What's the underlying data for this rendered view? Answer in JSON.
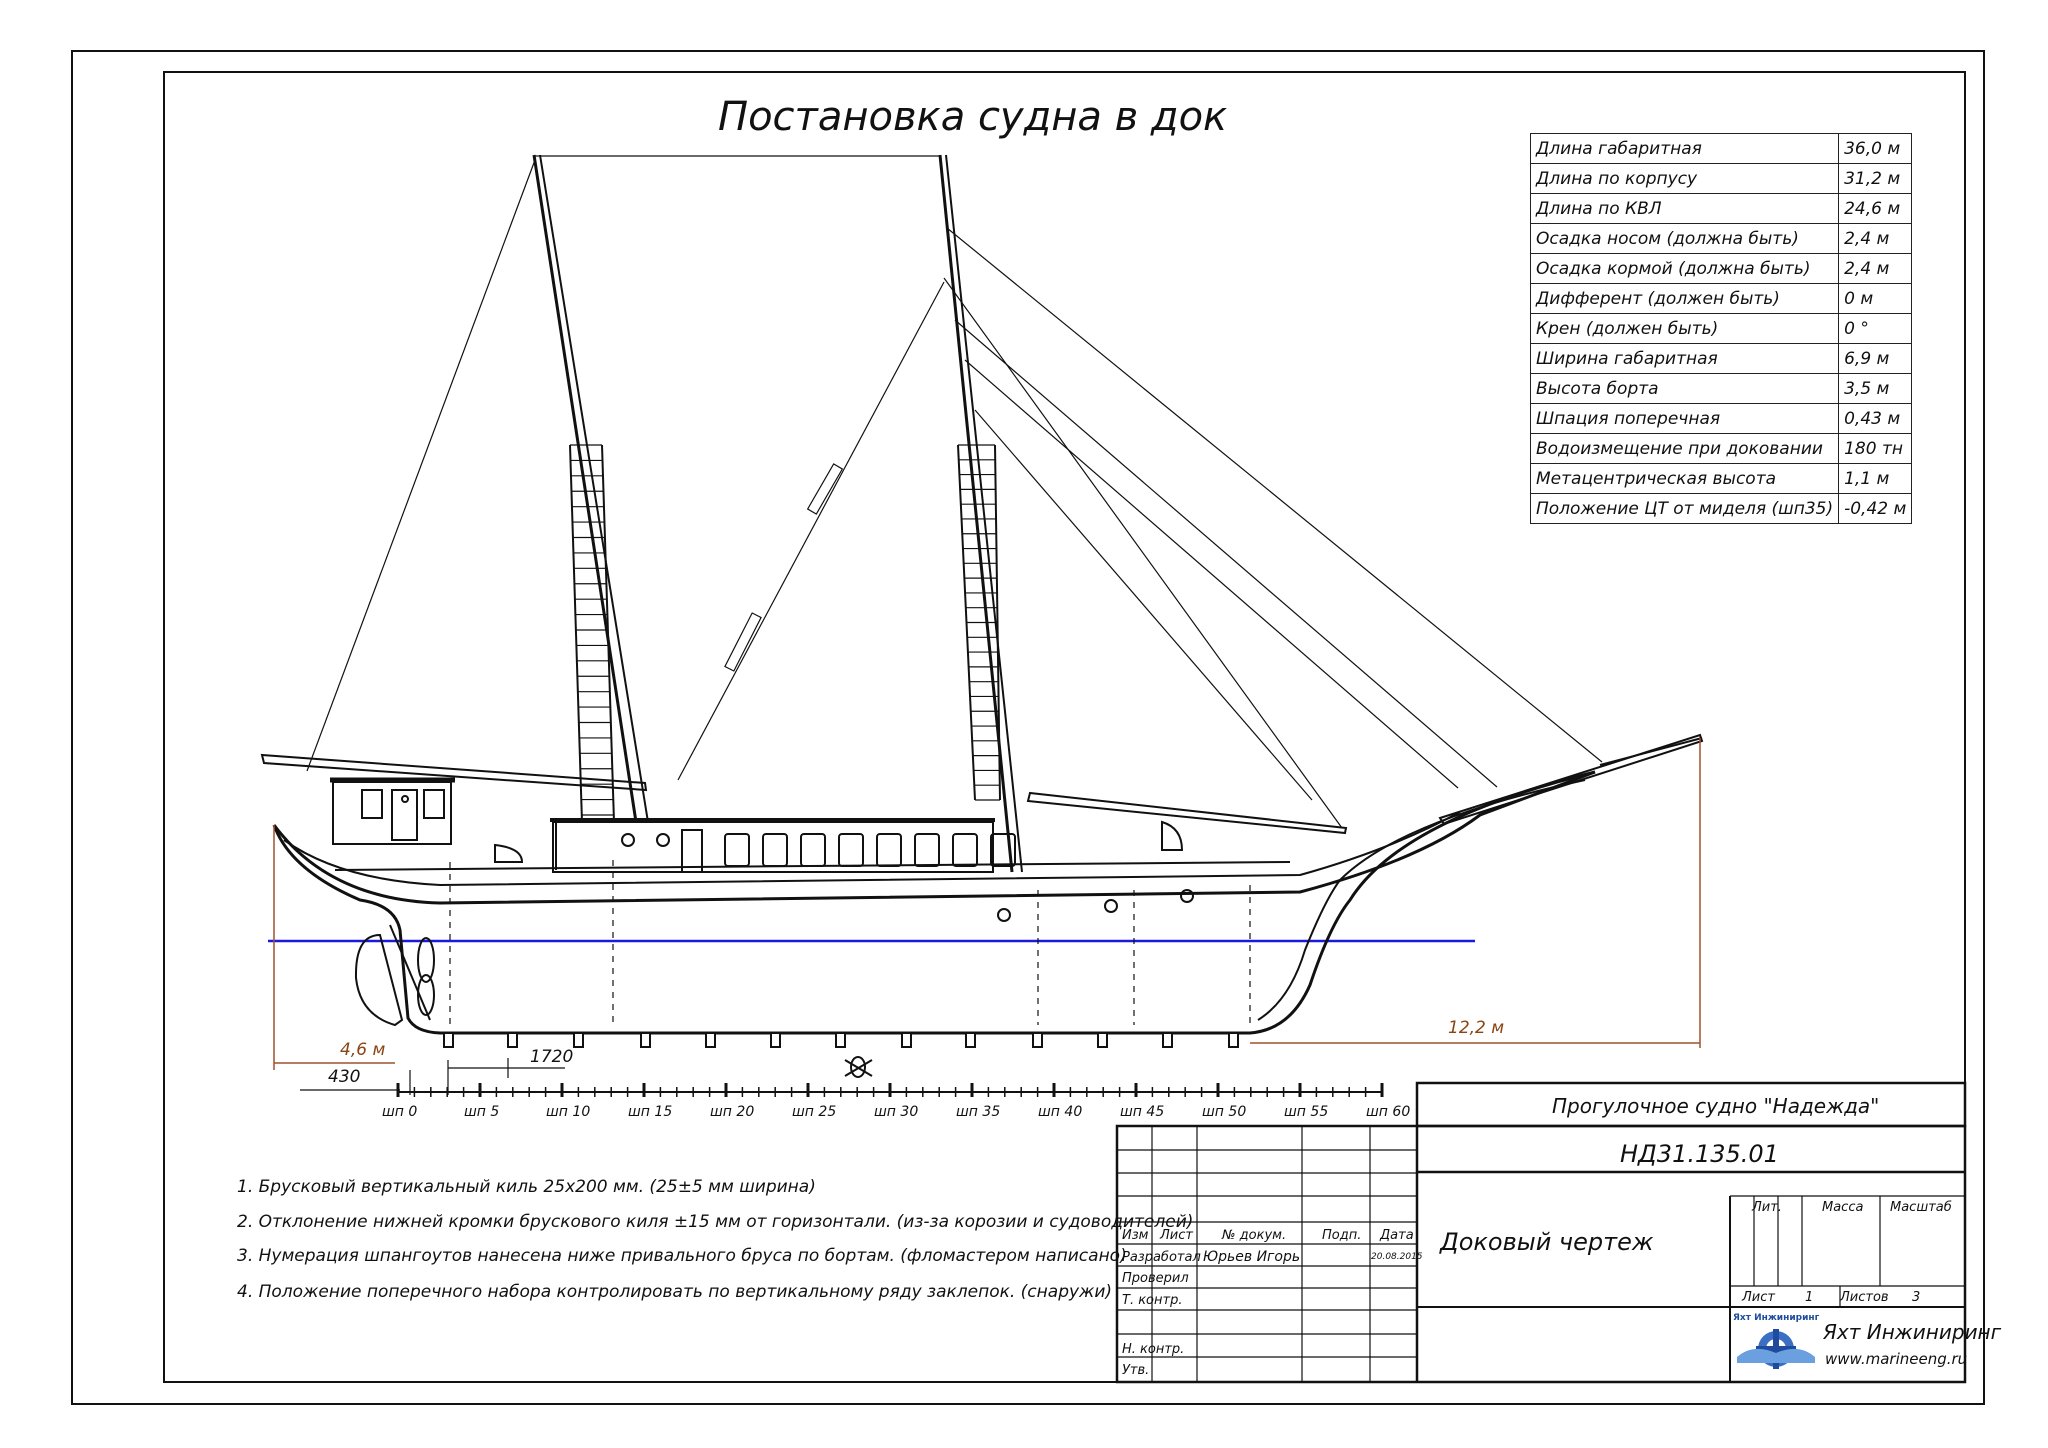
{
  "title": "Постановка судна в док",
  "params": [
    {
      "name": "Длина габаритная",
      "value": "36,0 м"
    },
    {
      "name": "Длина по корпусу",
      "value": "31,2 м"
    },
    {
      "name": "Длина по КВЛ",
      "value": "24,6 м"
    },
    {
      "name": "Осадка носом (должна быть)",
      "value": "2,4 м"
    },
    {
      "name": "Осадка кормой (должна быть)",
      "value": "2,4 м"
    },
    {
      "name": "Дифферент (должен быть)",
      "value": "0 м"
    },
    {
      "name": "Крен (должен быть)",
      "value": "0 °"
    },
    {
      "name": "Ширина габаритная",
      "value": "6,9 м"
    },
    {
      "name": "Высота борта",
      "value": "3,5 м"
    },
    {
      "name": "Шпация поперечная",
      "value": "0,43 м"
    },
    {
      "name": "Водоизмещение при доковании",
      "value": "180 тн"
    },
    {
      "name": "Метацентрическая высота",
      "value": "1,1 м"
    },
    {
      "name": "Положение ЦТ от миделя (шп35)",
      "value": "-0,42 м"
    }
  ],
  "dimensions": {
    "stern": "4,6 м",
    "bow": "12,2 м",
    "offset": "430",
    "spacing": "1720"
  },
  "frames": [
    "шп 0",
    "шп 5",
    "шп 10",
    "шп 15",
    "шп 20",
    "шп 25",
    "шп 30",
    "шп 35",
    "шп 40",
    "шп 45",
    "шп 50",
    "шп 55",
    "шп 60"
  ],
  "notes": [
    "1. Брусковый вертикальный киль 25х200 мм. (25±5 мм ширина)",
    "2. Отклонение нижней кромки брускового киля ±15 мм от горизонтали. (из-за корозии и судоводителей)",
    "3. Нумерация шпангоутов нанесена ниже привального бруса по бортам. (фломастером написано)",
    "4. Положение поперечного набора контролировать по вертикальному ряду заклепок. (снаружи)"
  ],
  "title_block": {
    "vessel": "Прогулочное судно \"Надежда\"",
    "code": "НД31.135.01",
    "doc_name": "Доковый чертеж",
    "hdr": {
      "izm": "Изм",
      "list": "Лист",
      "doc": "№ докум.",
      "sign": "Подп.",
      "date": "Дата"
    },
    "roles": {
      "developed": "Разработал",
      "checked": "Проверил",
      "tcontrol": "Т. контр.",
      "ncontrol": "Н. контр.",
      "approved": "Утв."
    },
    "developer": "Юрьев Игорь",
    "date": "20.08.2015",
    "lit_label": "Лит.",
    "mass_label": "Масса",
    "scale_label": "Масштаб",
    "sheet_label": "Лист",
    "sheet_value": "1",
    "sheets_label": "Листов",
    "sheets_value": "3",
    "company": "Яхт Инжиниринг",
    "website": "www.marineeng.ru",
    "logo_text": "Яхт Инжиниринг"
  },
  "colors": {
    "waterline": "#1a1adc",
    "dimension": "#a0522d"
  }
}
